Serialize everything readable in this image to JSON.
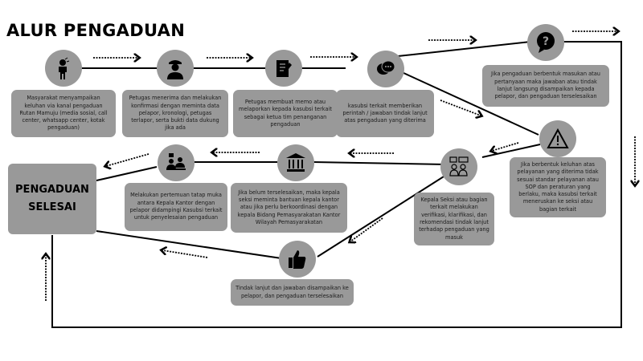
{
  "title": "ALUR PENGADUAN",
  "final_node": {
    "line1": "PENGADUAN",
    "line2": "SELESAI"
  },
  "colors": {
    "node_fill": "#999999",
    "line": "#000000",
    "background": "#ffffff"
  },
  "steps": [
    {
      "icon": "confused-person-icon",
      "text": "Masyarakat menyampaikan keluhan via kanal pengaduan Rutan Mamuju (media sosial, call center, whatsapp center, kotak pengaduan)"
    },
    {
      "icon": "police-officer-icon",
      "text": "Petugas menerima dan melakukan konfirmasi dengan meminta data pelapor, kronologi, petugas terlapor, serta bukti data dukung jika ada"
    },
    {
      "icon": "notepad-pencil-icon",
      "text": "Petugas membuat memo atau melaporkan kepada kasubsi terkait sebagai ketua tim penanganan pengaduan"
    },
    {
      "icon": "chat-bubbles-icon",
      "text": "kasubsi terkait memberikan perintah / jawaban tindak lanjut atas pengaduan yang diterima"
    },
    {
      "icon": "question-bubble-icon",
      "text": "Jika pengaduan berbentuk masukan atau pertanyaan maka jawaban atau tindak lanjut langsung disampaikan kepada pelapor, dan pengaduan terselesaikan"
    },
    {
      "icon": "warning-triangle-icon",
      "text": "Jika berbentuk keluhan atas pelayanan yang diterima tidak sesuai standar pelayanan atau SOP dan peraturan yang berlaku, maka kasubsi terkait meneruskan ke seksi atau bagian terkait"
    },
    {
      "icon": "discussion-people-icon",
      "text": "Kepala Seksi atau bagian terkait melakukan verifikasi, klarifikasi, dan rekomendasi tindak lanjut terhadap pengaduan yang masuk"
    },
    {
      "icon": "government-building-icon",
      "text": "Jika belum terselesaikan, maka kepala seksi meminta bantuan kepala kantor atau jika perlu berkoordinasi dengan kepala Bidang Pemasyarakatan Kantor Wilayah Pemasyarakatan"
    },
    {
      "icon": "meeting-icon",
      "text": "Melakukan pertemuan tatap muka antara Kepala Kantor dengan pelapor didampingi Kasubsi terkait untuk penyelesaian pengaduan"
    },
    {
      "icon": "thumbs-up-icon",
      "text": "Tindak lanjut dan jawaban disampaikan ke pelapor, dan pengaduan terselesaikan"
    }
  ]
}
